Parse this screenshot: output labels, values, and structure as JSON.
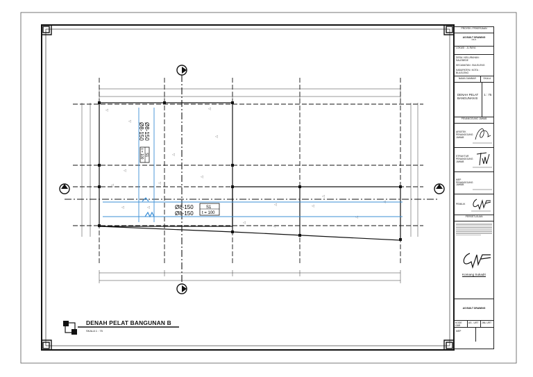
{
  "drawing": {
    "title": "DENAH PELAT BANGUNAN B",
    "scale": "SKALA 1 : 75",
    "rebar_vertical_1": "Ø8-150",
    "rebar_vertical_2": "Ø8-150",
    "slab_code_vertical": "S1",
    "slab_thickness_vertical": "t = 100",
    "rebar_horizontal_1": "Ø8-150",
    "rebar_horizontal_2": "Ø8-150",
    "slab_code_horizontal": "S1",
    "slab_thickness_horizontal": "t = 100"
  },
  "title_block": {
    "project_header": "PROYEK / PEKERJAAN",
    "project_name": "AS BUILT DRAWING",
    "project_sub": "MILIK",
    "location_label": "LOKASI : JL.RAYA",
    "address_1": "DESA / KELURAHAN : SALEBEDE",
    "address_2": "KECAMATAN : BULELENG",
    "address_3": "KABUPATEN / KOTA : BULELENG",
    "drawing_name_header": "NAMA GAMBAR",
    "scale_header": "SKALA",
    "drawing_name": "DENAH PELAT BANGUNAN B",
    "scale_value": "1 : 75",
    "responsible_header": "PENANGGUNG JAWAB",
    "architect_label": "ARSITEK PENANGGUNG JAWAB",
    "structure_label": "STRUKTUR PENANGGUNG JAWAB",
    "mep_label": "MEP PENANGGUNG JAWAB",
    "owner_label": "PEMILIK",
    "approval_header": "PERSETUJUAN",
    "approver_name": "Komang Sukadri",
    "footer_title": "AS BUILT DRAWING",
    "code_label": "KODE GBR",
    "code_value": "AS - URT",
    "sheet_value": "JML URT",
    "sheet_code": "MEP"
  }
}
